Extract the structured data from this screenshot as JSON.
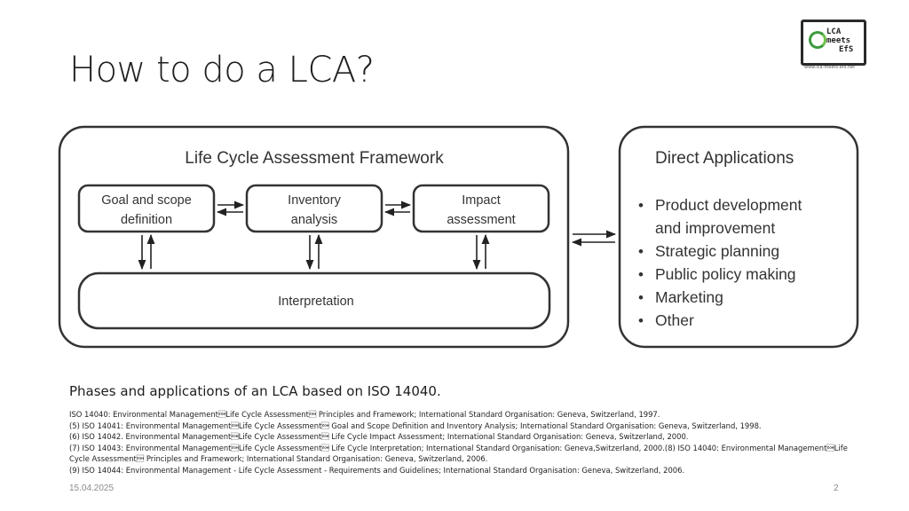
{
  "slide": {
    "title": "How to do a LCA?",
    "caption": "Phases and applications of an LCA based on ISO 14040.",
    "date": "15.04.2025",
    "page_number": "2"
  },
  "logo": {
    "line1": "LCA",
    "line2": "meets",
    "line3": "EfS",
    "url": "www.lca-meets-efs.net"
  },
  "diagram": {
    "framework_title": "Life Cycle Assessment Framework",
    "goal_line1": "Goal and scope",
    "goal_line2": "definition",
    "inventory_line1": "Inventory",
    "inventory_line2": "analysis",
    "impact_line1": "Impact",
    "impact_line2": "assessment",
    "interpretation": "Interpretation",
    "applications_title": "Direct Applications",
    "applications": [
      "Product development",
      "and improvement",
      "Strategic planning",
      "Public policy making",
      "Marketing",
      "Other"
    ],
    "bullet": "•"
  },
  "references": [
    "ISO 14040: Environmental Management\u0001Life Cycle Assessment\u0001 Principles and Framework; International Standard Organisation: Geneva, Switzerland, 1997.",
    "(5) ISO 14041: Environmental Management\u0001Life Cycle Assessment\u0001 Goal and Scope Definition and Inventory Analysis; International Standard Organisation: Geneva, Switzerland, 1998.",
    "(6) ISO 14042. Environmental Management\u0001Life Cycle Assessment\u0001  Life Cycle Impact Assessment; International Standard Organisation: Geneva, Switzerland, 2000.",
    "(7) ISO 14043: Environmental Management\u0001Life Cycle Assessment\u0001 Life Cycle Interpretation; International Standard Organisation: Geneva,Switzerland, 2000.(8) ISO 14040: Environmental Management\u0001Life Cycle Assessment\u0001 Principles and Framework; International Standard Organisation: Geneva, Switzerland, 2006.",
    "(9) ISO 14044: Environmental Management - Life Cycle Assessment - Requirements and Guidelines; International Standard Organisation: Geneva, Switzerland, 2006."
  ]
}
